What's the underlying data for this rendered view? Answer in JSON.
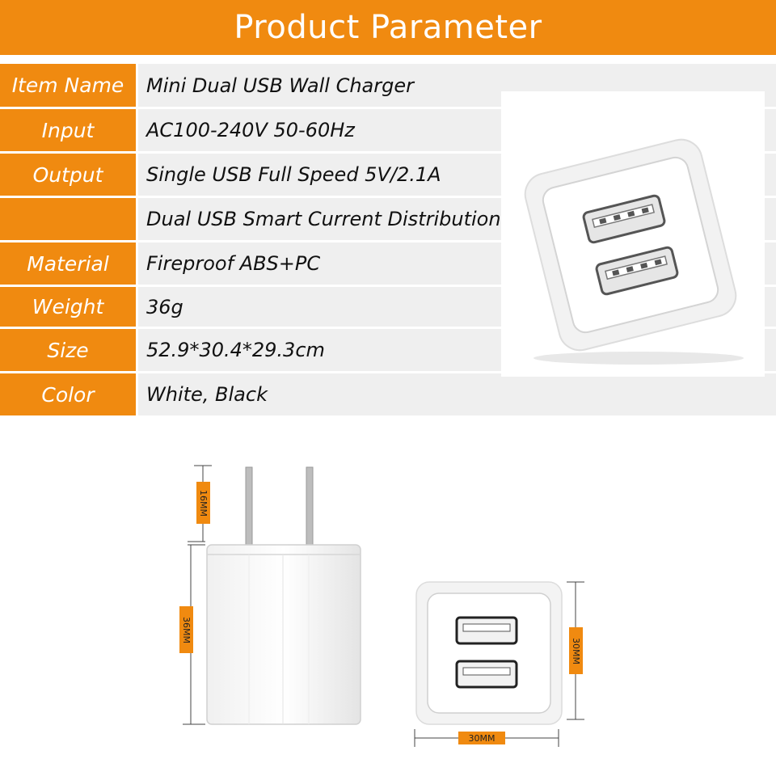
{
  "header": {
    "title": "Product Parameter"
  },
  "specs": [
    {
      "label": "Item Name",
      "value": "Mini Dual USB Wall Charger"
    },
    {
      "label": "Input",
      "value": "AC100-240V 50-60Hz"
    },
    {
      "label": "Output",
      "value": "Single USB Full Speed 5V/2.1A"
    },
    {
      "label": "",
      "value": "Dual USB Smart Current Distribution"
    },
    {
      "label": "Material",
      "value": "Fireproof ABS+PC"
    },
    {
      "label": "Weight",
      "value": "36g"
    },
    {
      "label": "Size",
      "value": "52.9*30.4*29.3cm"
    },
    {
      "label": "Color",
      "value": "White, Black"
    }
  ],
  "dimensions": {
    "prong_height": "16MM",
    "body_height": "36MM",
    "face_height": "30MM",
    "face_width": "30MM"
  },
  "colors": {
    "accent": "#f08a10",
    "row_bg": "#efefef"
  }
}
